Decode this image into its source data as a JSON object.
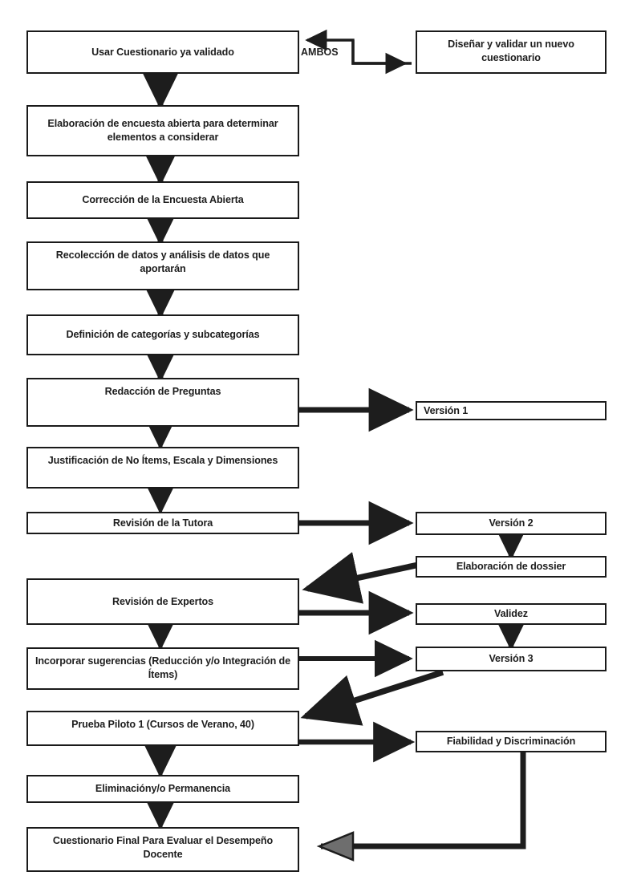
{
  "diagram": {
    "title": "Flujograma de validación de cuestionario",
    "background_color": "#ffffff",
    "line_color": "#1d1d1d",
    "arrow_fill_gray": "#6e6e6e",
    "nodes": {
      "usar_cuestionario": "Usar Cuestionario ya validado",
      "disenar_validar": "Diseñar  y validar un nuevo cuestionario",
      "elaboracion_encuesta": "Elaboración de encuesta abierta para determinar elementos a considerar",
      "correccion_encuesta": "Corrección de la Encuesta Abierta",
      "recoleccion_datos": "Recolección de datos y análisis de datos que aportarán",
      "definicion_categorias": "Definición de categorías y subcategorías",
      "redaccion_preguntas": "Redacción de Preguntas",
      "version_1": "Versión 1",
      "justificacion_items": "Justificación de No Ítems, Escala y Dimensiones",
      "revision_tutora": "Revisión de la Tutora",
      "version_2": "Versión 2",
      "elaboracion_dossier": "Elaboración de dossier",
      "revision_expertos": "Revisión de Expertos",
      "validez": "Validez",
      "incorporar_sugerencias": "Incorporar sugerencias (Reducción y/o Integración de Ítems)",
      "version_3": "Versión 3",
      "prueba_piloto": "Prueba Piloto 1 (Cursos de Verano, 40)",
      "fiabilidad_discriminacion": "Fiabilidad y Discriminación",
      "eliminacion_permanencia": "Eliminacióny/o Permanencia",
      "cuestionario_final": "Cuestionario Final Para Evaluar el Desempeño Docente"
    },
    "edge_labels": {
      "ambos": "AMBOS"
    }
  }
}
